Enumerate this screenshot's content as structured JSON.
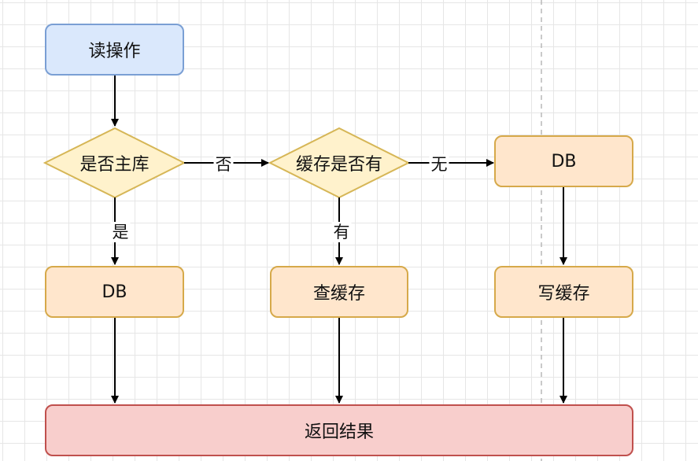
{
  "nodes": {
    "read_op": "读操作",
    "is_master": "是否主库",
    "cache_exists": "缓存是否有",
    "db_right": "DB",
    "db_left": "DB",
    "query_cache": "查缓存",
    "write_cache": "写缓存",
    "return_result": "返回结果"
  },
  "edges": {
    "no": "否",
    "none": "无",
    "yes": "是",
    "has": "有"
  },
  "colors": {
    "start_fill": "#dae8fc",
    "start_stroke": "#7a9fd4",
    "process_fill": "#ffe6cc",
    "process_stroke": "#d6a94a",
    "decision_fill": "#fff2cc",
    "decision_stroke": "#d6b656",
    "end_fill": "#f8cecc",
    "end_stroke": "#c0504d"
  }
}
